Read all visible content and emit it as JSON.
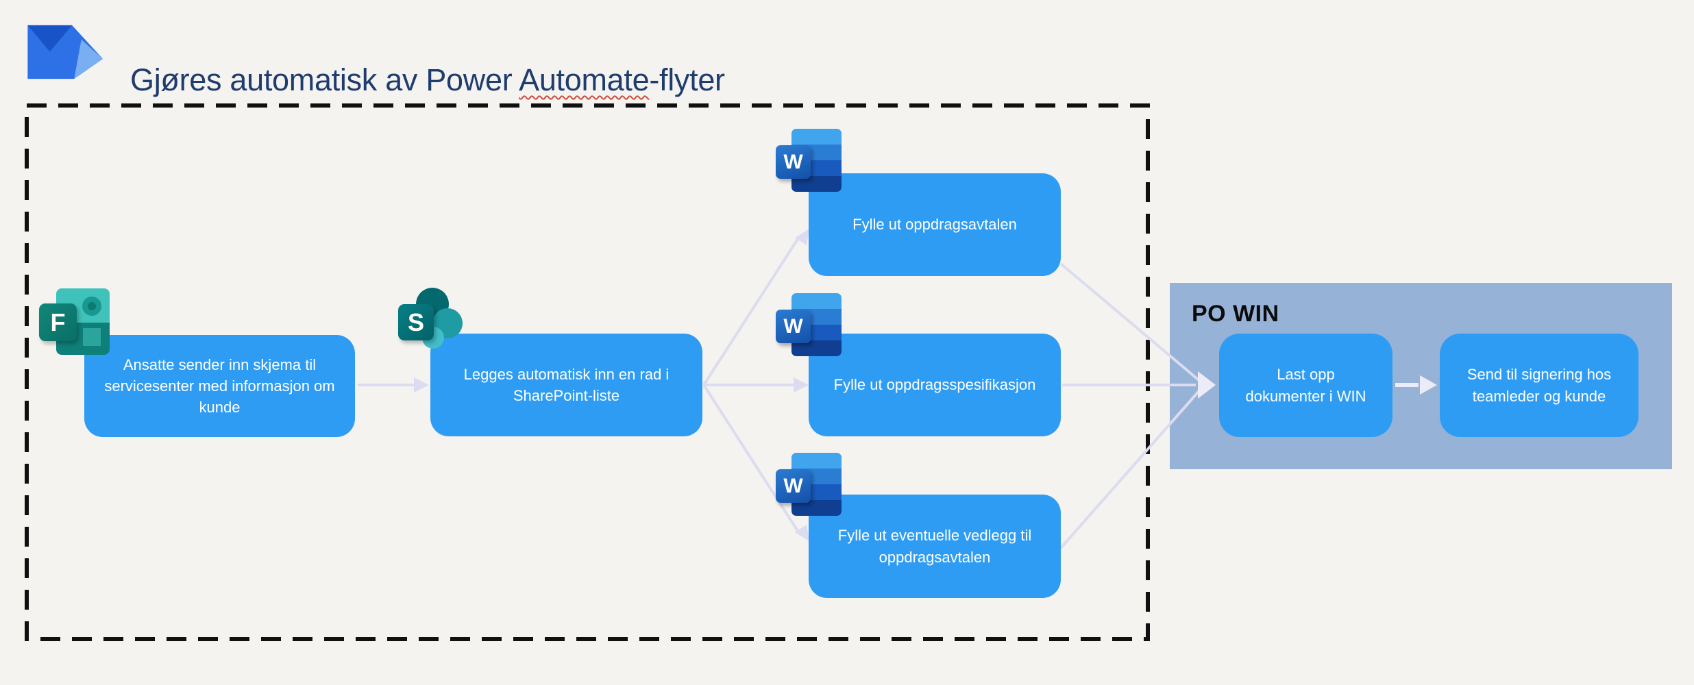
{
  "header": {
    "title_prefix": "Gjøres automatisk av Power ",
    "title_word_underlined": "Automate",
    "title_suffix": "-flyter"
  },
  "icons": {
    "power_automate": "power-automate-logo",
    "forms_letter": "F",
    "sharepoint_letter": "S",
    "word_letter": "W"
  },
  "flow": {
    "forms_box": "Ansatte sender inn skjema til servicesenter med informasjon om kunde",
    "sharepoint_box": "Legges automatisk inn en rad i SharePoint-liste",
    "word_box_agreement": "Fylle ut oppdragsavtalen",
    "word_box_spec": "Fylle ut oppdragsspesifikasjon",
    "word_box_attachments": "Fylle ut eventuelle vedlegg til oppdragsavtalen"
  },
  "po_win": {
    "label": "PO WIN",
    "upload_box": "Last opp dokumenter i WIN",
    "sign_box": "Send til signering hos teamleder og kunde"
  },
  "colors": {
    "background": "#F5F3EF",
    "node_blue": "#2F9CF4",
    "po_win_panel": "#96B2D6",
    "title_navy": "#1F3C6E",
    "connector_lavender": "#DBDCEF",
    "dashed_border_black": "#101010",
    "spellcheck_red": "#CC4B3C"
  }
}
